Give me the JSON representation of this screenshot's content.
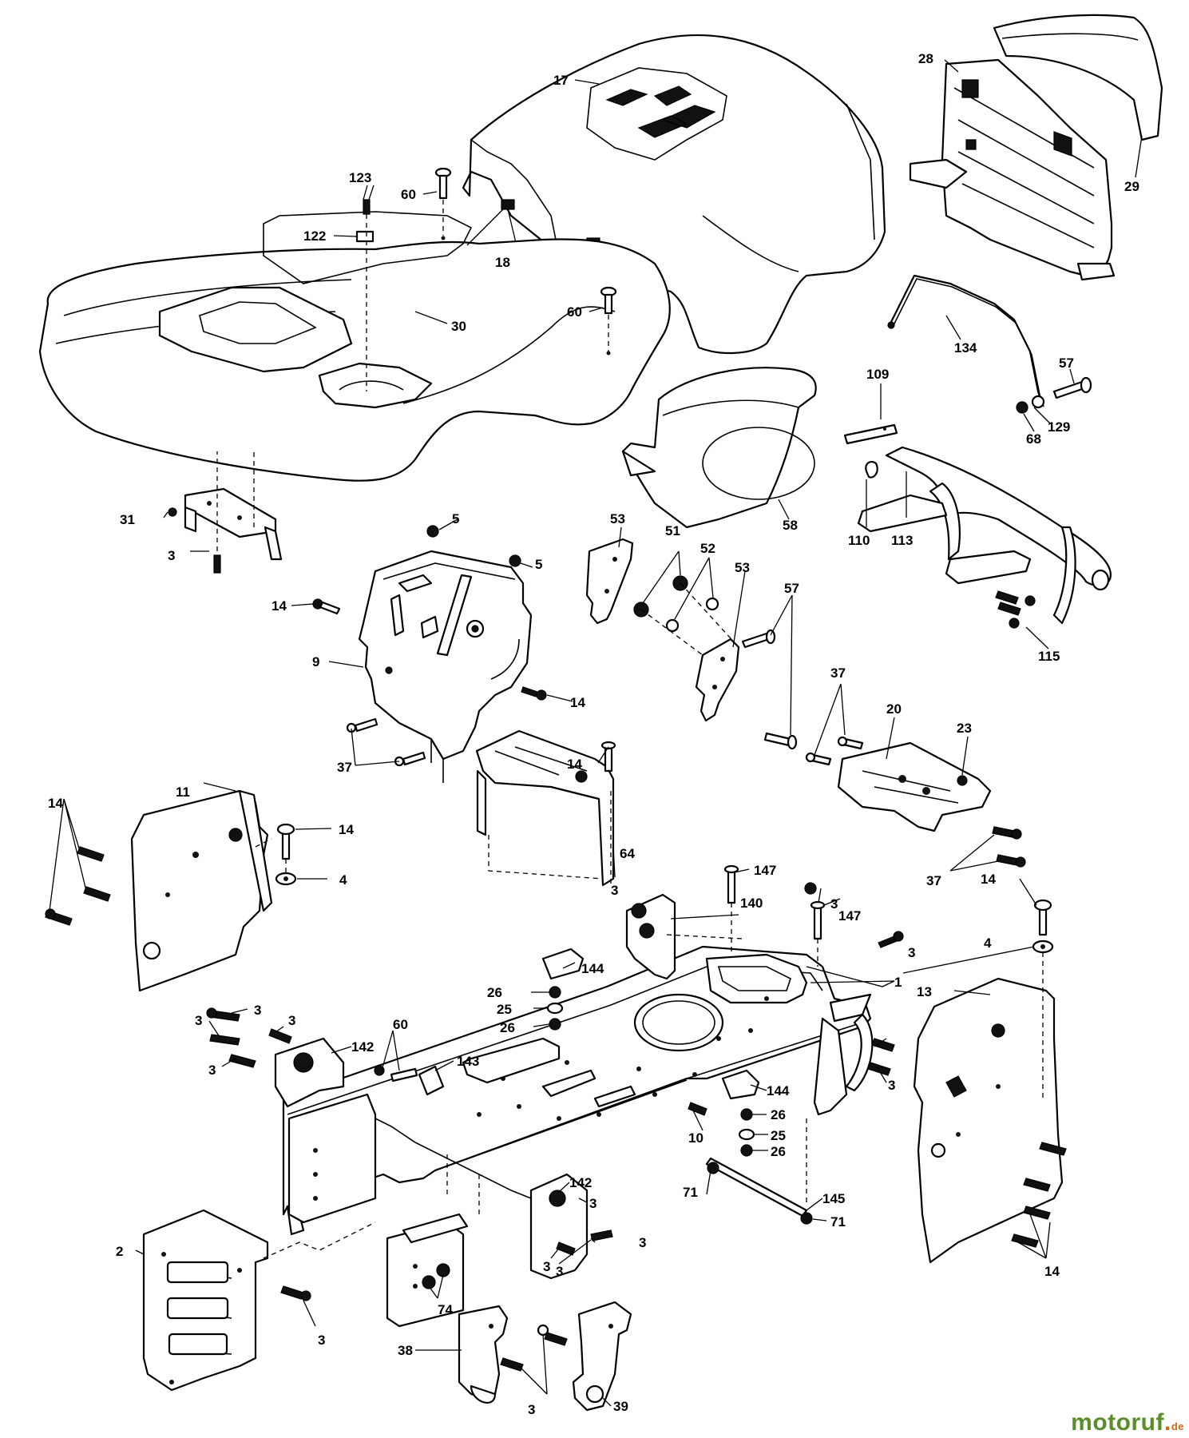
{
  "callouts": [
    {
      "id": "c17",
      "text": "17"
    },
    {
      "id": "c28",
      "text": "28"
    },
    {
      "id": "c29",
      "text": "29"
    },
    {
      "id": "c123",
      "text": "123"
    },
    {
      "id": "c60a",
      "text": "60"
    },
    {
      "id": "c122",
      "text": "122"
    },
    {
      "id": "c18",
      "text": "18"
    },
    {
      "id": "c60b",
      "text": "60"
    },
    {
      "id": "c30",
      "text": "30"
    },
    {
      "id": "c134",
      "text": "134"
    },
    {
      "id": "c109",
      "text": "109"
    },
    {
      "id": "c57a",
      "text": "57"
    },
    {
      "id": "c129",
      "text": "129"
    },
    {
      "id": "c68",
      "text": "68"
    },
    {
      "id": "c110",
      "text": "110"
    },
    {
      "id": "c113",
      "text": "113"
    },
    {
      "id": "c58",
      "text": "58"
    },
    {
      "id": "c31",
      "text": "31"
    },
    {
      "id": "c3a",
      "text": "3"
    },
    {
      "id": "c5a",
      "text": "5"
    },
    {
      "id": "c5b",
      "text": "5"
    },
    {
      "id": "c53a",
      "text": "53"
    },
    {
      "id": "c51",
      "text": "51"
    },
    {
      "id": "c52",
      "text": "52"
    },
    {
      "id": "c53b",
      "text": "53"
    },
    {
      "id": "c57b",
      "text": "57"
    },
    {
      "id": "c14a",
      "text": "14"
    },
    {
      "id": "c9",
      "text": "9"
    },
    {
      "id": "c115",
      "text": "115"
    },
    {
      "id": "c37a",
      "text": "37"
    },
    {
      "id": "c14b",
      "text": "14"
    },
    {
      "id": "c20",
      "text": "20"
    },
    {
      "id": "c23",
      "text": "23"
    },
    {
      "id": "c37b",
      "text": "37"
    },
    {
      "id": "c14c",
      "text": "14"
    },
    {
      "id": "c11",
      "text": "11"
    },
    {
      "id": "c14d",
      "text": "14"
    },
    {
      "id": "c14e",
      "text": "14"
    },
    {
      "id": "c4a",
      "text": "4"
    },
    {
      "id": "c64",
      "text": "64"
    },
    {
      "id": "c37c",
      "text": "37"
    },
    {
      "id": "c147a",
      "text": "147"
    },
    {
      "id": "c3b",
      "text": "3"
    },
    {
      "id": "c140",
      "text": "140"
    },
    {
      "id": "c3c",
      "text": "3"
    },
    {
      "id": "c147b",
      "text": "147"
    },
    {
      "id": "c14f",
      "text": "14"
    },
    {
      "id": "c3d",
      "text": "3"
    },
    {
      "id": "c4b",
      "text": "4"
    },
    {
      "id": "c1",
      "text": "1"
    },
    {
      "id": "c144a",
      "text": "144"
    },
    {
      "id": "c13",
      "text": "13"
    },
    {
      "id": "c26a",
      "text": "26"
    },
    {
      "id": "c25a",
      "text": "25"
    },
    {
      "id": "c26b",
      "text": "26"
    },
    {
      "id": "c3e",
      "text": "3"
    },
    {
      "id": "c3f",
      "text": "3"
    },
    {
      "id": "c3g",
      "text": "3"
    },
    {
      "id": "c3h",
      "text": "3"
    },
    {
      "id": "c142a",
      "text": "142"
    },
    {
      "id": "c60c",
      "text": "60"
    },
    {
      "id": "c143",
      "text": "143"
    },
    {
      "id": "c3i",
      "text": "3"
    },
    {
      "id": "c144b",
      "text": "144"
    },
    {
      "id": "c26c",
      "text": "26"
    },
    {
      "id": "c10",
      "text": "10"
    },
    {
      "id": "c25b",
      "text": "25"
    },
    {
      "id": "c26d",
      "text": "26"
    },
    {
      "id": "c142b",
      "text": "142"
    },
    {
      "id": "c3j",
      "text": "3"
    },
    {
      "id": "c71a",
      "text": "71"
    },
    {
      "id": "c145",
      "text": "145"
    },
    {
      "id": "c71b",
      "text": "71"
    },
    {
      "id": "c3k",
      "text": "3"
    },
    {
      "id": "c2",
      "text": "2"
    },
    {
      "id": "c74",
      "text": "74"
    },
    {
      "id": "c3l",
      "text": "3"
    },
    {
      "id": "c3m",
      "text": "3"
    },
    {
      "id": "c14g",
      "text": "14"
    },
    {
      "id": "c3n",
      "text": "3"
    },
    {
      "id": "c38",
      "text": "38"
    },
    {
      "id": "c3o",
      "text": "3"
    },
    {
      "id": "c39",
      "text": "39"
    }
  ],
  "watermark": {
    "name": "motoruf",
    "tld": "de"
  }
}
